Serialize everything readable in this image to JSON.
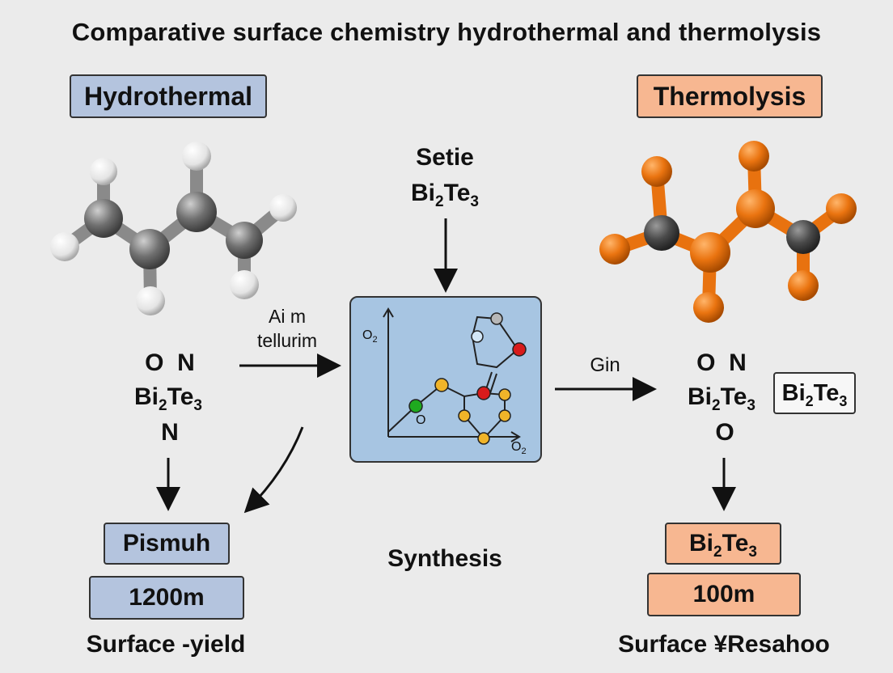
{
  "title": "Comparative surface chemistry hydrothermal and  thermolysis",
  "left": {
    "header": "Hydrothermal",
    "formula_top": "O  N",
    "formula_mid": "Bi",
    "formula_sub": "2",
    "formula_mid2": "Te",
    "formula_sub2": "3",
    "formula_bottom": "N",
    "result_box": "Pismuh",
    "value_box": "1200m",
    "footer": "Surface -yield"
  },
  "center": {
    "top_line1": "Setie",
    "top_bi": "Bi",
    "top_sub": "2",
    "top_te": "Te",
    "top_sub2": "3",
    "arrow_left_label_1": "Ai m",
    "arrow_left_label_2": "tellurim",
    "arrow_right_label": "Gin",
    "axis_y_label": "O",
    "axis_y_sub": "2",
    "axis_x_label": "O",
    "axis_x_sub": "2",
    "axis_point_label": "O",
    "bottom_label": "Synthesis"
  },
  "right": {
    "header": "Thermolysis",
    "formula_top": "O  N",
    "formula_mid": "Bi",
    "formula_sub": "2",
    "formula_mid2": "Te",
    "formula_sub2": "3",
    "formula_bottom": "O",
    "side_box_bi": "Bi",
    "side_box_sub": "2",
    "side_box_te": "Te",
    "side_box_sub2": "3",
    "result_bi": "Bi",
    "result_sub": "2",
    "result_te": "Te",
    "result_sub2": "3",
    "value_box": "100m",
    "footer": "Surface ¥Resahoo"
  },
  "colors": {
    "blue_box": "#b4c4de",
    "orange_box": "#f7b791",
    "panel": "#a7c5e2",
    "atom_grey": "#6b6b6b",
    "atom_white": "#f2f2f2",
    "atom_orange": "#e8720f"
  }
}
